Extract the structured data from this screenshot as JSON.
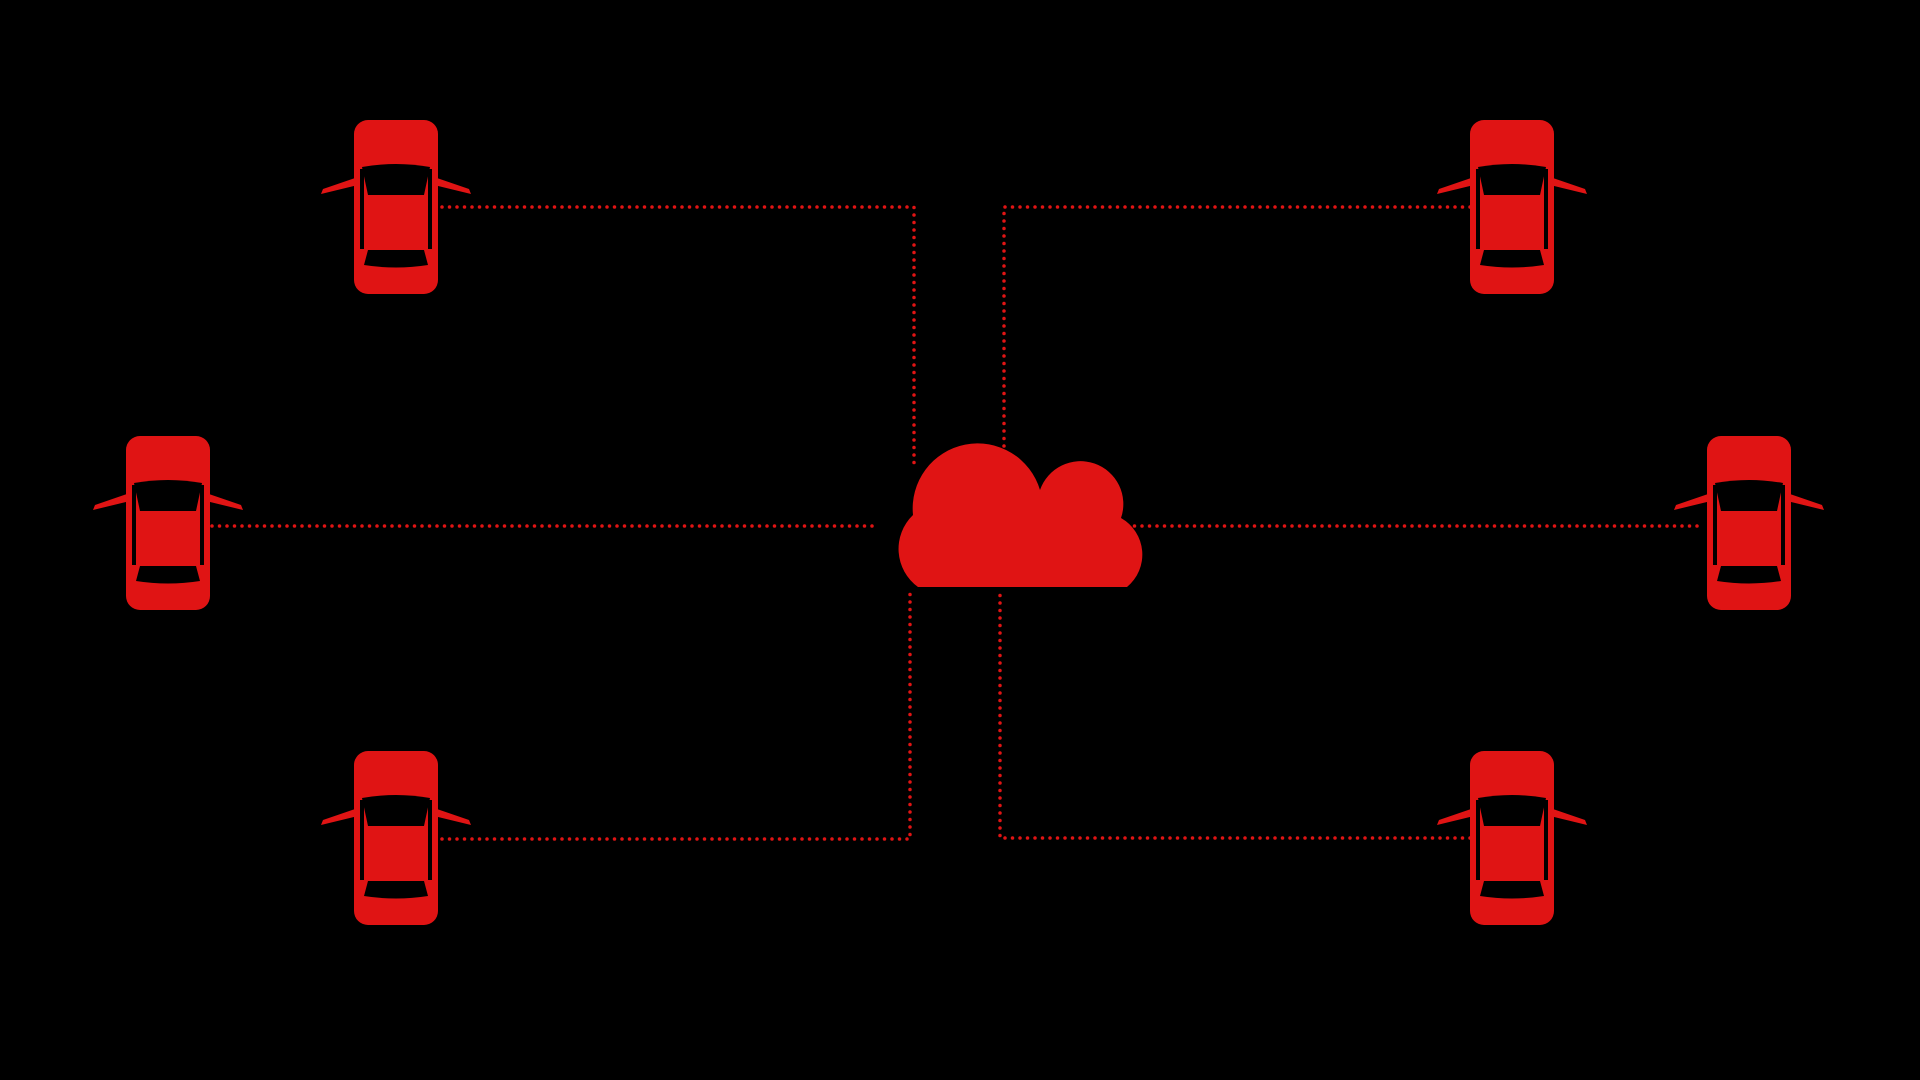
{
  "diagram": {
    "type": "connected-vehicles-network",
    "background_color": "#000000",
    "accent_color": "#E01414",
    "hub": {
      "icon": "cloud-icon"
    },
    "vehicles": [
      {
        "id": "car-top-left",
        "icon": "car-icon"
      },
      {
        "id": "car-middle-left",
        "icon": "car-icon"
      },
      {
        "id": "car-bottom-left",
        "icon": "car-icon"
      },
      {
        "id": "car-top-right",
        "icon": "car-icon"
      },
      {
        "id": "car-middle-right",
        "icon": "car-icon"
      },
      {
        "id": "car-bottom-right",
        "icon": "car-icon"
      }
    ],
    "connector_style": "dotted"
  }
}
